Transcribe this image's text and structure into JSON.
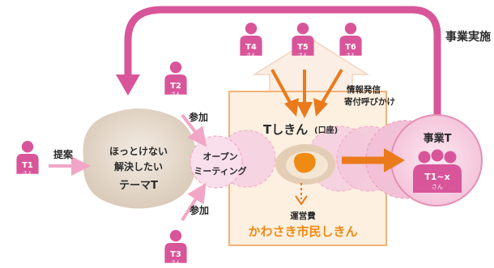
{
  "labels": {
    "jigyou_jisshi": "事業実施",
    "teian": "提案",
    "sanka_top": "参加",
    "sanka_bottom": "参加",
    "problem_line1": "ほっとけない",
    "problem_line2": "解決したい",
    "problem_line3": "テーマT",
    "open_line1": "オープン",
    "open_line2": "ミーティング",
    "info_line1": "情報発信",
    "info_line2": "寄付呼びかけ",
    "tshikin": "Tしきん",
    "tshikin_sub": "(口座)",
    "unei": "運営費",
    "fund_name": "かわさき市民しきん",
    "project_title": "事業T"
  },
  "persons": {
    "t1": {
      "id": "T1",
      "sub": "さん"
    },
    "t2": {
      "id": "T2",
      "sub": "さん"
    },
    "t3": {
      "id": "T3",
      "sub": "さん"
    },
    "t4": {
      "id": "T4",
      "sub": "さん"
    },
    "t5": {
      "id": "T5",
      "sub": "さん"
    },
    "t6": {
      "id": "T6",
      "sub": "さん"
    },
    "group": {
      "id": "T1~x",
      "sub": "さん"
    }
  },
  "colors": {
    "pink": "#d9559a",
    "pink_light": "#f4c7dc",
    "orange": "#ea7a1b",
    "fund_text": "#ef8a12",
    "box_fill": "#fdf0e0",
    "box_border": "#f0b27a",
    "blob": "#e3d7c8"
  }
}
